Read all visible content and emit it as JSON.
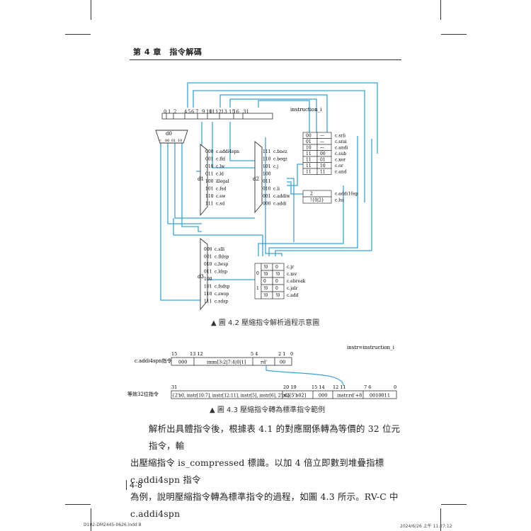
{
  "header": {
    "chapter_title": "第 4 章　指令解碼"
  },
  "fig42": {
    "caption": "▲ 圖 4.2  壓縮指令解析過程示意圖",
    "bit_positions": [
      "0",
      "1",
      "2",
      "4",
      "5",
      "6",
      "7",
      "9",
      "10",
      "11",
      "12",
      "13",
      "15",
      "16",
      "31"
    ],
    "instruction_label": "instruction_i",
    "d0": {
      "label": "d0",
      "outputs": [
        "=",
        "00",
        "01",
        "10"
      ]
    },
    "d1": {
      "label": "d1",
      "rows": [
        {
          "code": "000",
          "name": "c.addi4spn"
        },
        {
          "code": "001",
          "name": "c.fld"
        },
        {
          "code": "010",
          "name": "c.lw"
        },
        {
          "code": "011",
          "name": "c.ld"
        },
        {
          "code": "100",
          "name": "illegal"
        },
        {
          "code": "101",
          "name": "c.fsd"
        },
        {
          "code": "110",
          "name": "c.sw"
        },
        {
          "code": "111",
          "name": "c.sd"
        }
      ]
    },
    "d2": {
      "label": "d2",
      "rows": [
        {
          "code": "111",
          "name": "c.bnez"
        },
        {
          "code": "110",
          "name": "c.beqz"
        },
        {
          "code": "101",
          "name": "c.j"
        },
        {
          "code": "100",
          "name": ""
        },
        {
          "code": "011",
          "name": ""
        },
        {
          "code": "010",
          "name": "c.li"
        },
        {
          "code": "001",
          "name": "c.addiw"
        },
        {
          "code": "000",
          "name": "c.addi"
        }
      ]
    },
    "d3": {
      "label": "d3",
      "rows": [
        {
          "code": "000",
          "name": "c.slli"
        },
        {
          "code": "001",
          "name": "c.fldsp"
        },
        {
          "code": "010",
          "name": "c.lwsp"
        },
        {
          "code": "011",
          "name": "c.ldsp"
        },
        {
          "code": "100",
          "name": ""
        },
        {
          "code": "101",
          "name": "c.fsdsp"
        },
        {
          "code": "110",
          "name": "c.swsp"
        },
        {
          "code": "111",
          "name": "c.sdsp"
        }
      ]
    },
    "alu_table": [
      [
        "00",
        "—",
        "c.srli"
      ],
      [
        "01",
        "—",
        "c.srai"
      ],
      [
        "10",
        "—",
        "c.andi"
      ],
      [
        "11",
        "00",
        "c.sub"
      ],
      [
        "11",
        "01",
        "c.xor"
      ],
      [
        "11",
        "10",
        "c.or"
      ],
      [
        "11",
        "11",
        "c.and"
      ]
    ],
    "imm_table": [
      [
        "2",
        "c.addi16sp"
      ],
      [
        "!{0|2}",
        "c.lui"
      ]
    ],
    "jr_table": {
      "side": [
        "0",
        "1"
      ],
      "rows": [
        [
          "!0",
          "0",
          "c.jr"
        ],
        [
          "!0",
          "!0",
          "c.mv"
        ],
        [
          "0",
          "0",
          "c.ebreak"
        ],
        [
          "!0",
          "0",
          "c.jalr"
        ],
        [
          "!0",
          "!0",
          "c.add"
        ]
      ]
    }
  },
  "fig43": {
    "caption": "▲ 圖 4.3  壓縮指令轉為標準指令範例",
    "instr_note": "instr=instruction_i",
    "top_label": "c.addi4spn指令",
    "top_bits": [
      "15",
      "13 12",
      "5  4",
      "2  1",
      "0"
    ],
    "top_fields": [
      "000",
      "imm[3:2|7:4|0|1]",
      "rd'",
      "00"
    ],
    "bottom_label": "等效32位指令",
    "bottom_bits": [
      "31",
      "20 19",
      "15 14",
      "12 11",
      "7 6",
      "0"
    ],
    "bottom_fields": [
      "{2'b0, instr[10:7], instr[12:11], instr[5], instr[6], 2'b0}",
      "x2[5'b02]",
      "000",
      "instr.rd'+8",
      "0010011"
    ]
  },
  "body": {
    "line1": "解析出具體指令後，根據表 4.1 的對應關係轉為等價的 32 位元指令，輸",
    "line2": "出壓縮指令 is_compressed 標識。以加 4 倍立即數到堆疊指標 c.addi4spn 指令",
    "line3": "為例，說明壓縮指令轉為標準指令的過程，如圖 4.3 所示。RV-C 中 c.addi4spn"
  },
  "page_number": "4-8",
  "footer": {
    "left": "D102-DM2445-0626.indd   8",
    "right": "2024/6/26   上午 11:27:12"
  },
  "colors": {
    "wire": "#3aa3d6",
    "line": "#333333"
  }
}
